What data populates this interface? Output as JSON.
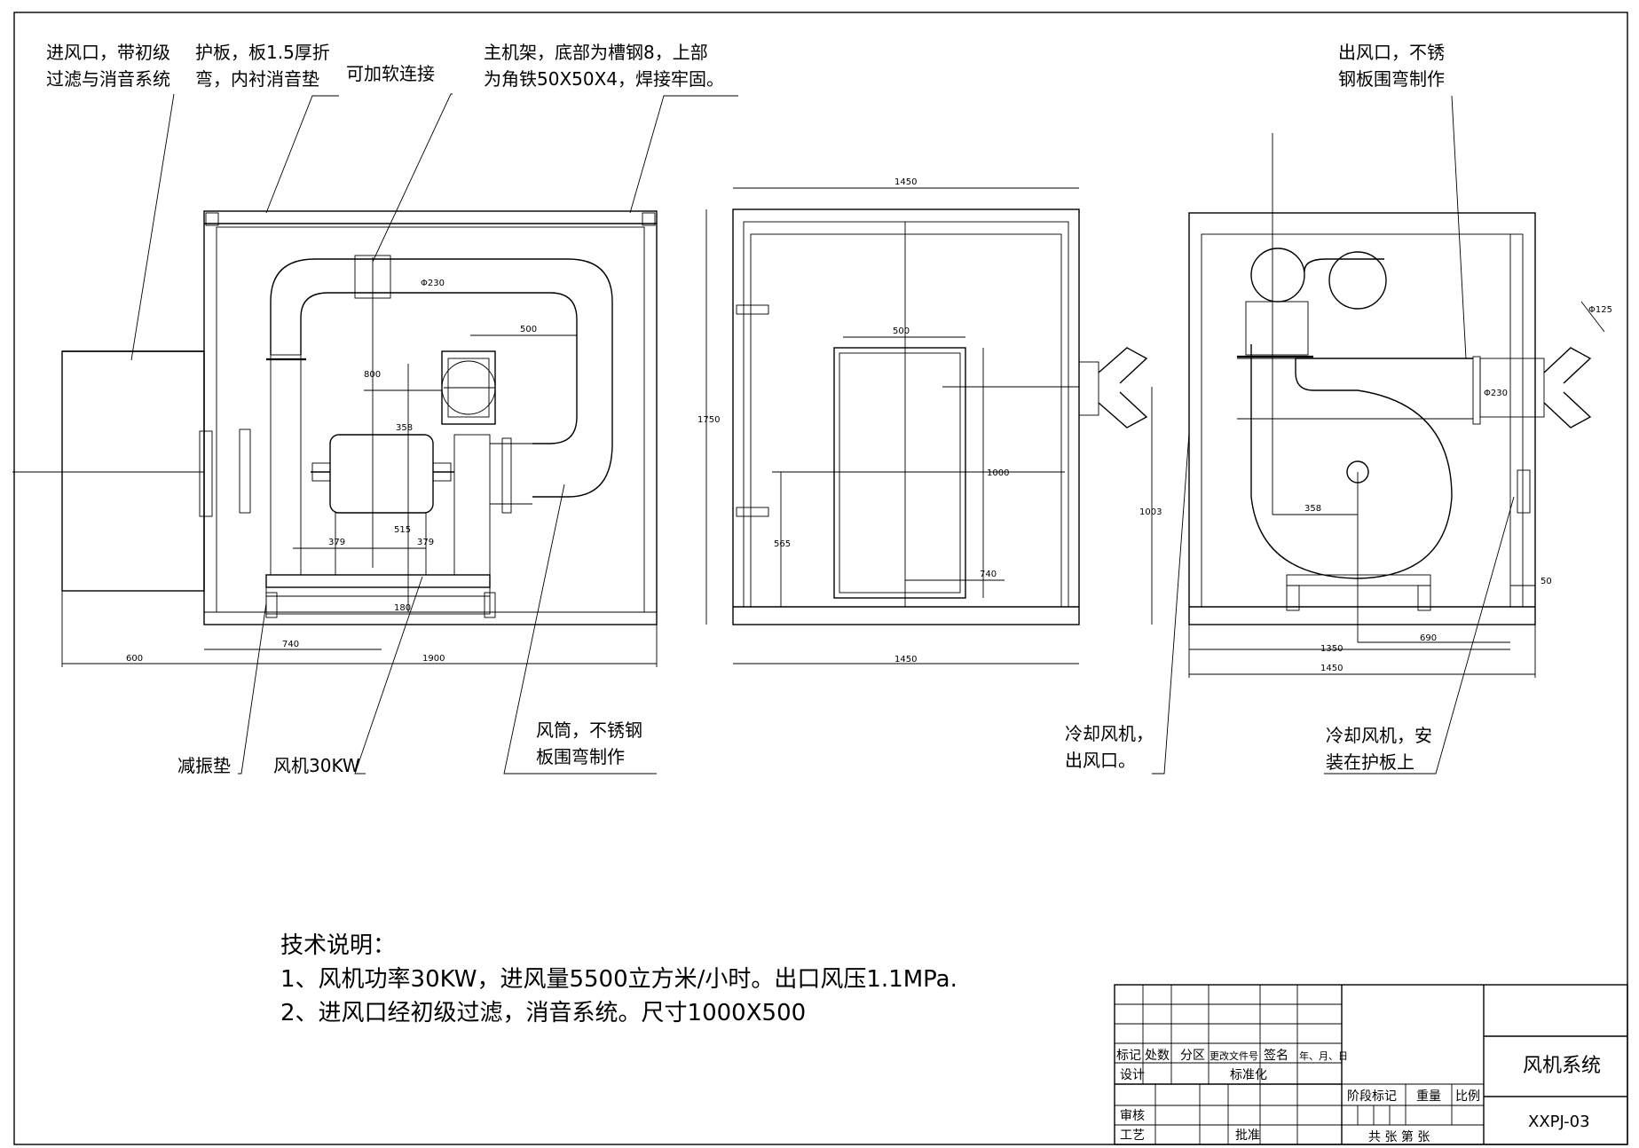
{
  "callouts": {
    "inlet_1": "进风口，带初级",
    "inlet_2": "过滤与消音系统",
    "guard_1": "护板，板1.5厚折",
    "guard_2": "弯，内衬消音垫",
    "soft_conn": "可加软连接",
    "frame_1": "主机架，底部为槽钢8，上部",
    "frame_2": "为角铁50X50X4，焊接牢固。",
    "outlet_1": "出风口，不锈",
    "outlet_2": "钢板围弯制作",
    "damper": "减振垫",
    "fan": "风机30KW",
    "duct_1": "风筒，不锈钢",
    "duct_2": "板围弯制作",
    "cool_out_1": "冷却风机，",
    "cool_out_2": "出风口。",
    "cool_mount_1": "冷却风机，安",
    "cool_mount_2": "装在护板上"
  },
  "dimensions": {
    "d600": "600",
    "d740a": "740",
    "d1900": "1900",
    "d800": "800",
    "d358a": "358",
    "d515": "515",
    "d379a": "379",
    "d379b": "379",
    "d500a": "500",
    "d230a": "Φ230",
    "d180": "180",
    "d1450a": "1450",
    "d1750": "1750",
    "d500b": "500",
    "d1000": "1000",
    "d565": "565",
    "d740b": "740",
    "d1003": "1003",
    "d1450b": "1450",
    "d358b": "358",
    "d230b": "Φ230",
    "d125": "Φ125",
    "d50": "50",
    "d1350": "1350",
    "d690": "690",
    "d1450c": "1450"
  },
  "notes": {
    "title": "技术说明：",
    "line1": "1、风机功率30KW，进风量5500立方米/小时。出口风压1.1MPa.",
    "line2": "2、进风口经初级过滤，消音系统。尺寸1000X500"
  },
  "title_block": {
    "mark": "标记",
    "count": "处数",
    "zone": "分区",
    "change_doc": "更改文件号",
    "sign": "签名",
    "date": "年、月、日",
    "design": "设计",
    "standard": "标准化",
    "stage": "阶段标记",
    "weight": "重量",
    "scale": "比例",
    "review": "审核",
    "process": "工艺",
    "approve": "批准",
    "sheets": "共   张   第   张",
    "drawing_name": "风机系统",
    "drawing_no": "XXPJ-03"
  }
}
